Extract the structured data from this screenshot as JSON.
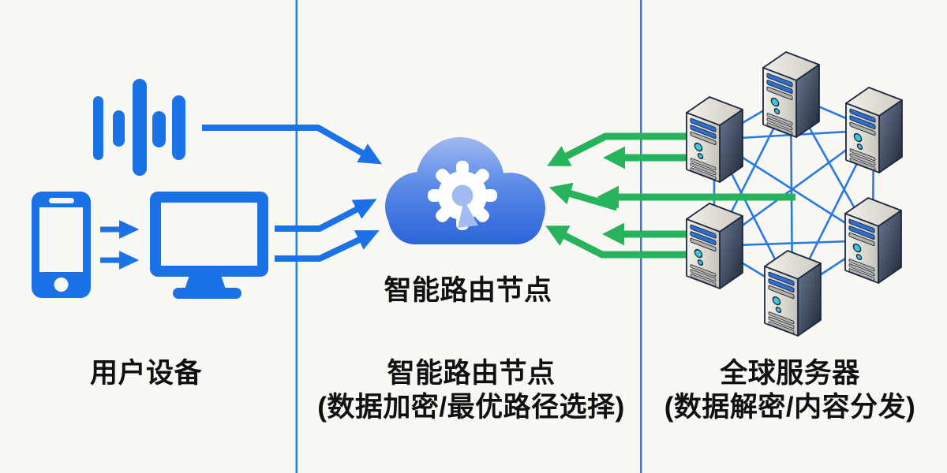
{
  "meta": {
    "type": "network-routing-diagram",
    "columns": 3
  },
  "colors": {
    "background": "#faf8f5",
    "device_blue": "#1a72e6",
    "arrow_blue": "#1a72e6",
    "arrow_green": "#27b35c",
    "divider_blue": "#2f7cdd",
    "mesh_blue": "#2979e0",
    "cloud_gradient_top": "#a2bbf0",
    "cloud_gradient_bottom": "#2a64d9",
    "text": "#111111"
  },
  "labels": {
    "cloud_node": "智能路由节点",
    "left_caption": "用户设备",
    "mid_caption_line1": "智能路由节点",
    "mid_caption_line2": "(数据加密/最优路径选择)",
    "right_caption_line1": "全球服务器",
    "right_caption_line2": "(数据解密/内容分发)"
  },
  "icons": {
    "left_section": [
      "sound-wave-icon",
      "smartphone-icon",
      "monitor-icon"
    ],
    "middle_section": [
      "cloud-icon",
      "gear-icon"
    ],
    "right_section": [
      "server-icon x6",
      "mesh-links"
    ]
  },
  "flows": {
    "phone_to_monitor_arrows": 2,
    "devices_to_cloud_blue_arrows": 3,
    "servers_to_cloud_green_arrows": 6,
    "server_mesh_nodes": 6
  }
}
